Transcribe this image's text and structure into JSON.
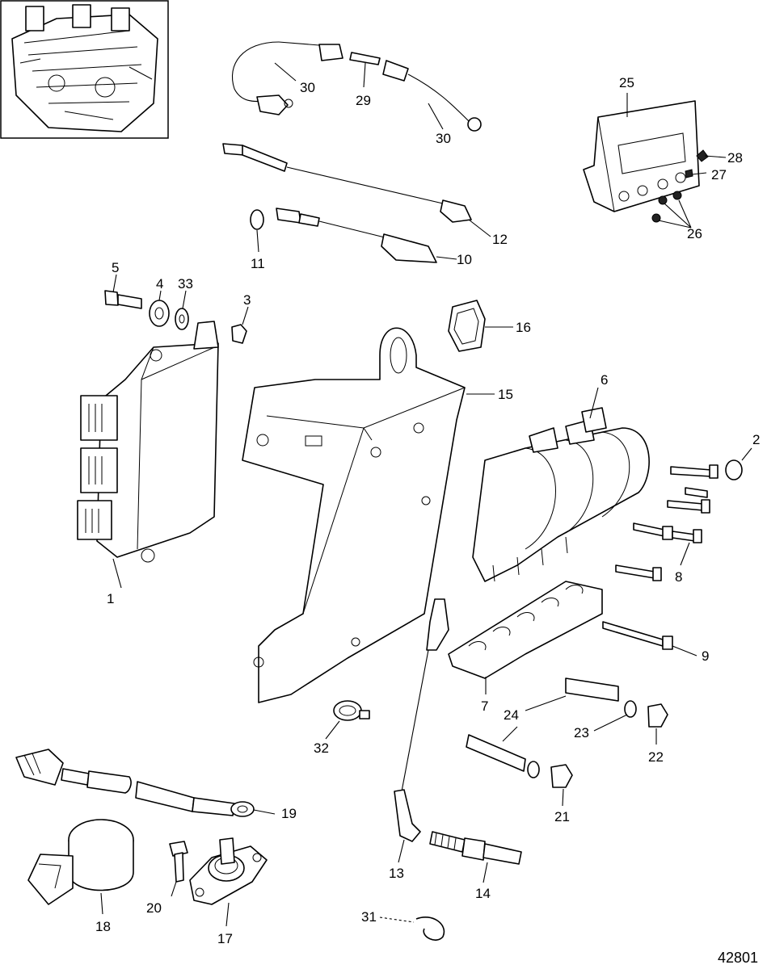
{
  "figure_id": "42801",
  "callouts": {
    "c1": "1",
    "c2": "2",
    "c3": "3",
    "c4": "4",
    "c5": "5",
    "c6": "6",
    "c7": "7",
    "c8": "8",
    "c9": "9",
    "c10": "10",
    "c11": "11",
    "c12": "12",
    "c13": "13",
    "c14": "14",
    "c15": "15",
    "c16": "16",
    "c17": "17",
    "c18": "18",
    "c19": "19",
    "c20": "20",
    "c21": "21",
    "c22": "22",
    "c23": "23",
    "c24": "24",
    "c25": "25",
    "c26": "26",
    "c27": "27",
    "c28": "28",
    "c29": "29",
    "c30a": "30",
    "c30b": "30",
    "c31": "31",
    "c32": "32",
    "c33": "33"
  }
}
